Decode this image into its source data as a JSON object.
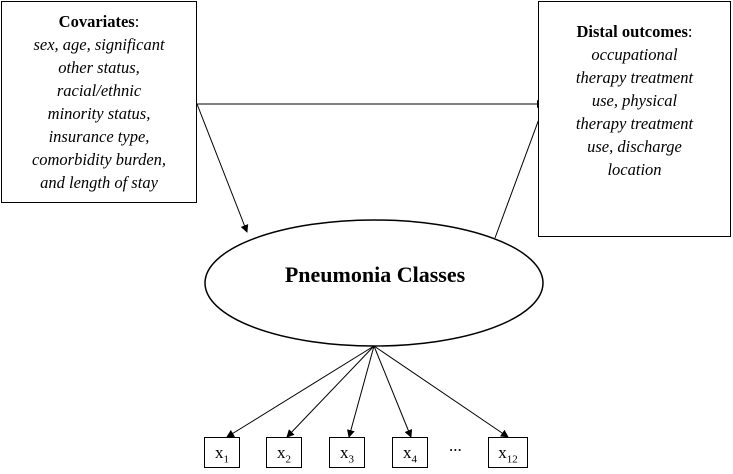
{
  "covariates": {
    "heading": "Covariates",
    "heading_colon": ":",
    "lines": [
      "sex, age, significant",
      "other status,",
      "racial/ethnic",
      "minority status,",
      "insurance type,",
      "comorbidity burden,",
      "and length of stay"
    ]
  },
  "distal": {
    "heading": "Distal outcomes",
    "heading_colon": ":",
    "lines": [
      "occupational",
      "therapy treatment",
      "use, physical",
      "therapy treatment",
      "use, discharge",
      "location"
    ]
  },
  "latent": {
    "label": "Pneumonia Classes"
  },
  "indicators": [
    {
      "base": "x",
      "sub": "1"
    },
    {
      "base": "x",
      "sub": "2"
    },
    {
      "base": "x",
      "sub": "3"
    },
    {
      "base": "x",
      "sub": "4"
    },
    {
      "base": "x",
      "sub": "12"
    }
  ],
  "ellipsis": "..."
}
